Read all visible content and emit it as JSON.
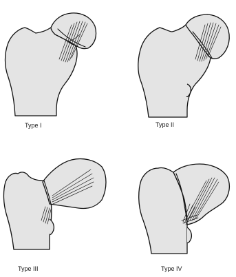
{
  "panels": [
    {
      "id": "type-1",
      "label": "Type I"
    },
    {
      "id": "type-2",
      "label": "Type II"
    },
    {
      "id": "type-3",
      "label": "Type III"
    },
    {
      "id": "type-4",
      "label": "Type IV"
    }
  ],
  "colors": {
    "background": "#ffffff",
    "bone_fill": "#e4e4e4",
    "line": "#111111"
  }
}
